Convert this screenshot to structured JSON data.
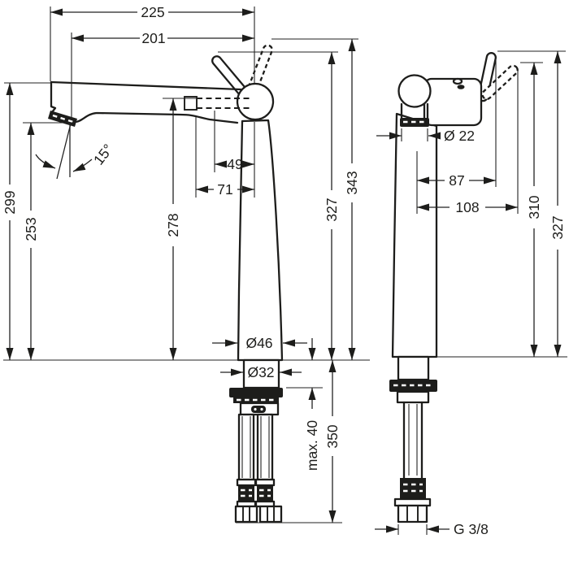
{
  "labels": {
    "left_view": {
      "reach_overall": "225",
      "reach_spout": "201",
      "height_spout_top": "299",
      "height_outlet": "253",
      "outlet_angle": "15°",
      "height_spout_underside": "278",
      "offset_cartridge": "49",
      "offset_spout_joint": "71",
      "height_body_327": "327",
      "height_lever_343": "343",
      "dia_base": "Ø46",
      "dia_shank": "Ø32",
      "mounting_thickness": "max. 40",
      "hose_length": "350"
    },
    "right_view": {
      "dia_spout": "Ø 22",
      "offset_87": "87",
      "offset_108": "108",
      "height_310": "310",
      "height_327": "327",
      "thread_size": "G 3/8"
    }
  }
}
